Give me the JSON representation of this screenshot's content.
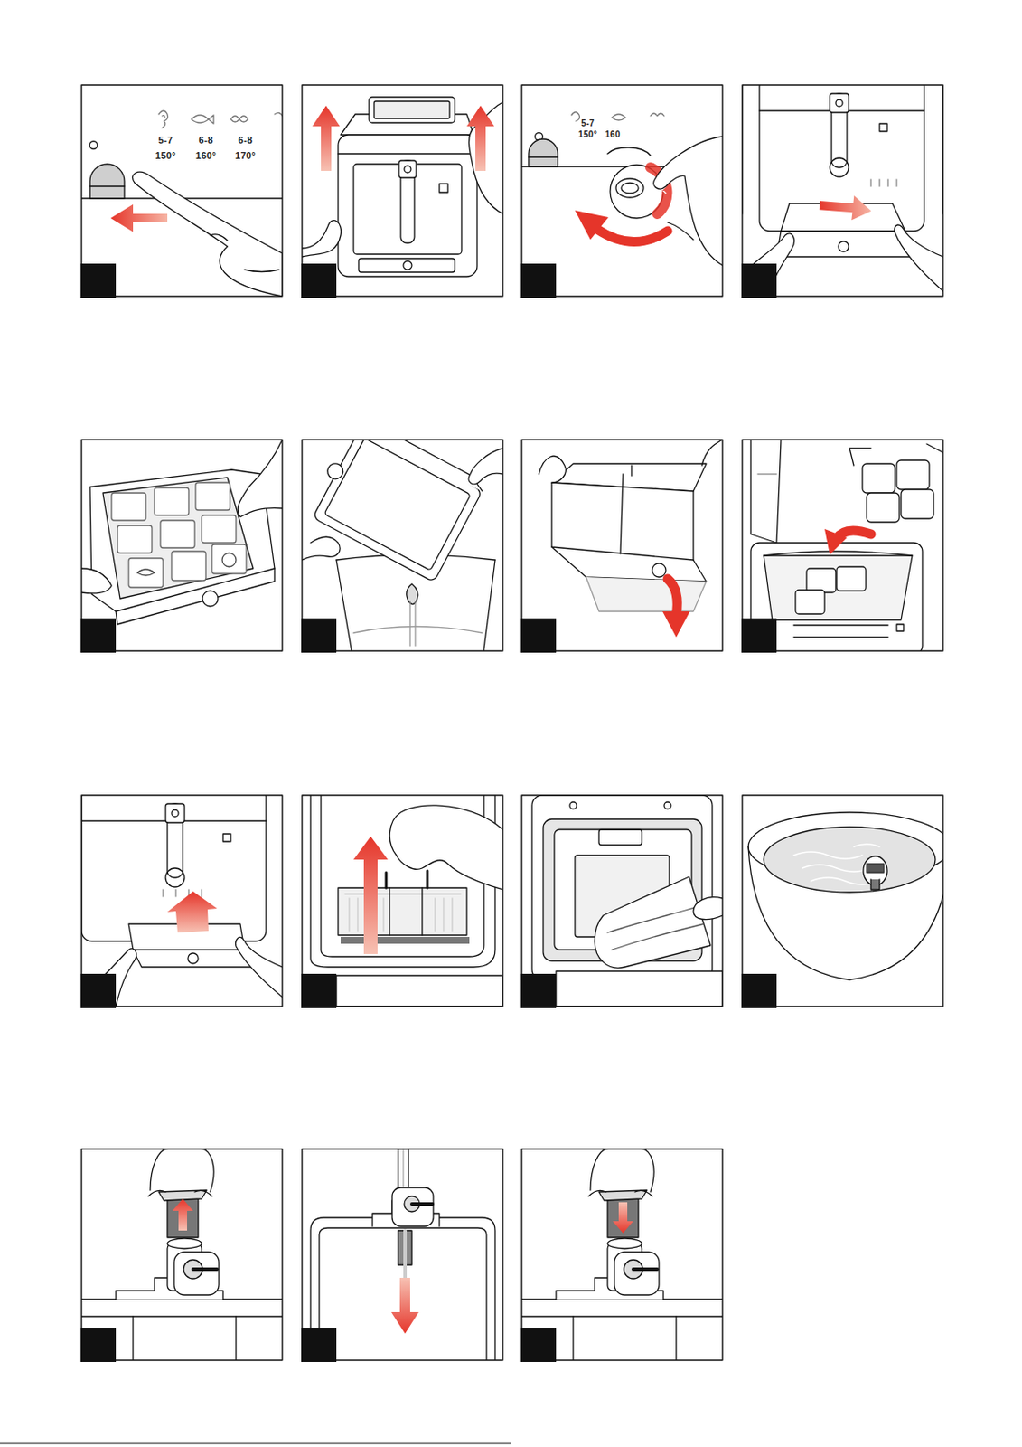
{
  "diagram": {
    "labels": [
      "5-7",
      "6-8",
      "6-8",
      "150°",
      "160°",
      "170°",
      "5-7",
      "150°",
      "160"
    ]
  }
}
